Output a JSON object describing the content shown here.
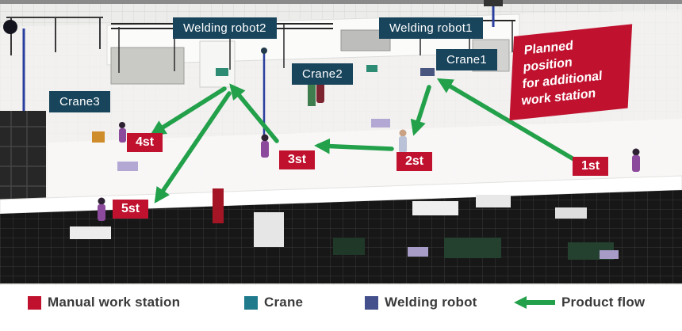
{
  "scene": {
    "machine_labels": [
      {
        "id": "welding-robot2",
        "text": "Welding robot2"
      },
      {
        "id": "welding-robot1",
        "text": "Welding robot1"
      },
      {
        "id": "crane1",
        "text": "Crane1"
      },
      {
        "id": "crane2",
        "text": "Crane2"
      },
      {
        "id": "crane3",
        "text": "Crane3"
      }
    ],
    "stations": [
      {
        "id": "1st",
        "text": "1st"
      },
      {
        "id": "2st",
        "text": "2st"
      },
      {
        "id": "3st",
        "text": "3st"
      },
      {
        "id": "4st",
        "text": "4st"
      },
      {
        "id": "5st",
        "text": "5st"
      }
    ],
    "planned": {
      "text": "Planned\nposition\nfor additional\nwork station"
    }
  },
  "legend": {
    "items": [
      {
        "id": "manual-work-station",
        "label": "Manual work station",
        "color": "#c0122f"
      },
      {
        "id": "crane",
        "label": "Crane",
        "color": "#1f7a8c"
      },
      {
        "id": "welding-robot",
        "label": "Welding robot",
        "color": "#44508c"
      },
      {
        "id": "product-flow",
        "label": "Product flow",
        "color": "#22a04a"
      }
    ]
  },
  "colors": {
    "arrow_green": "#22a04a",
    "scene_label_bg": "#19455c",
    "station_red": "#c0122f",
    "planned_bg": "#c0122f"
  }
}
